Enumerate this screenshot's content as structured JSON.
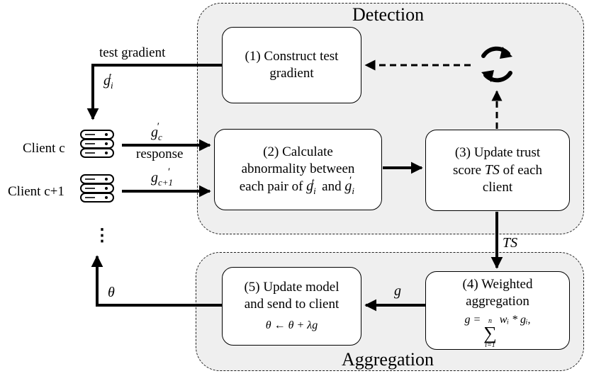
{
  "regions": {
    "detection": "Detection",
    "aggregation": "Aggregation"
  },
  "boxes": {
    "construct": [
      "(1) Construct test",
      "gradient"
    ],
    "calculate": [
      "(2) Calculate",
      "abnormality between",
      "each pair of"
    ],
    "calculate_and": "and",
    "update_trust": [
      "(3) Update trust",
      "score",
      "of each",
      "client"
    ],
    "trust_symbol": "TS",
    "weighted": [
      "(4) Weighted",
      "aggregation"
    ],
    "update_model": [
      "(5) Update model",
      "and send to client"
    ],
    "update_formula": "θ ← θ + λg"
  },
  "clients": {
    "client_c": "Client c",
    "client_c1": "Client c+1",
    "more": "⋮"
  },
  "labels": {
    "test_gradient": "test gradient",
    "response": "response",
    "g": "g",
    "c": "c",
    "c_plus_1": "c+1",
    "i": "i",
    "t": "t",
    "prime": "′",
    "theta": "θ",
    "TS": "TS"
  },
  "formula": {
    "lhs": "g =",
    "sum_top": "n",
    "sum_bottom": "i=1",
    "sum_symbol": "∑",
    "term": "wᵢ * gᵢ,"
  },
  "icons": {
    "refresh": "refresh-icon",
    "database": "database-icon"
  },
  "colors": {
    "region_fill": "#efefef",
    "box_fill": "#ffffff",
    "stroke": "#000000"
  }
}
